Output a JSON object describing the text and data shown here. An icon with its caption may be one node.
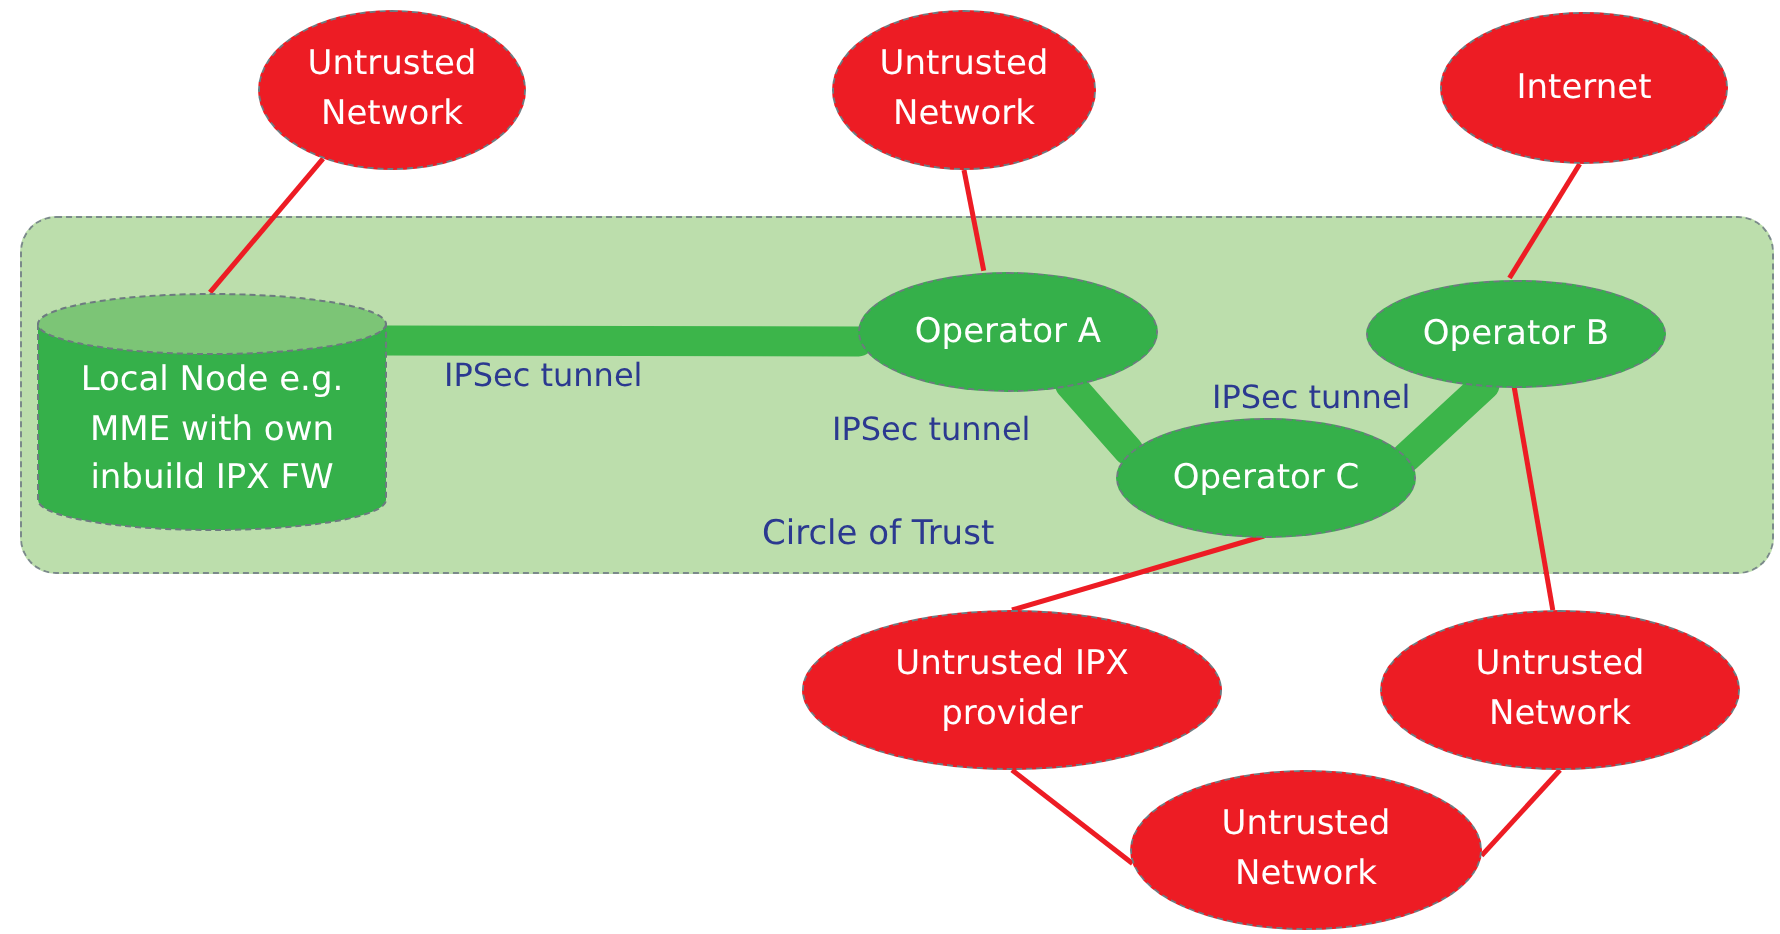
{
  "diagram": {
    "nodes": [
      {
        "text": [
          "Untrusted Network"
        ]
      },
      {
        "text": [
          "Untrusted Network"
        ]
      },
      {
        "text": [
          "Internet"
        ]
      },
      {
        "text": [
          "Circle of Trust"
        ]
      },
      {
        "text": [
          "Local Node e.g. MME with own inbuild IPX FW"
        ],
        "in": 3
      },
      {
        "text": [
          "Operator A"
        ],
        "in": 3
      },
      {
        "text": [
          "Operator B"
        ],
        "in": 3
      },
      {
        "text": [
          "Operator C"
        ],
        "in": 3
      },
      {
        "text": [
          "Untrusted IPX provider"
        ]
      },
      {
        "text": [
          "Untrusted Network"
        ]
      },
      {
        "text": [
          "Untrusted Network"
        ]
      }
    ],
    "edges": [
      {
        "from": 0,
        "to": 4,
        "arrow": "none"
      },
      {
        "from": 1,
        "to": 5,
        "arrow": "none"
      },
      {
        "from": 2,
        "to": 6,
        "arrow": "none"
      },
      {
        "from": 4,
        "to": 5,
        "arrow": "none",
        "label": "IPSec tunnel",
        "style": "thick",
        "color": "#3cb54a"
      },
      {
        "from": 5,
        "to": 7,
        "arrow": "none",
        "label": "IPSec tunnel",
        "style": "thick",
        "color": "#3cb54a"
      },
      {
        "from": 7,
        "to": 6,
        "arrow": "none",
        "label": "IPSec tunnel",
        "style": "thick",
        "color": "#3cb54a"
      },
      {
        "from": 7,
        "to": 8,
        "arrow": "none"
      },
      {
        "from": 6,
        "to": 9,
        "arrow": "none"
      },
      {
        "from": 8,
        "to": 10,
        "arrow": "none"
      },
      {
        "from": 9,
        "to": 10,
        "arrow": "none"
      }
    ]
  }
}
